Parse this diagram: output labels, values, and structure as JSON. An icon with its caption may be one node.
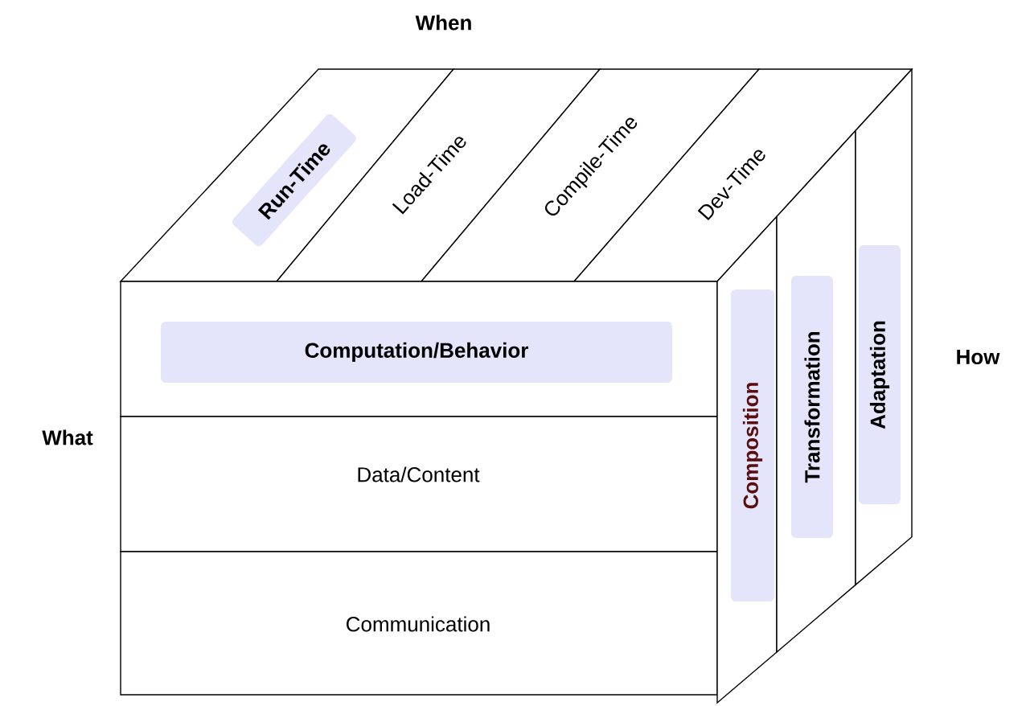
{
  "diagram": {
    "nodes": [
      {
        "text": [
          "Run-Time"
        ]
      },
      {
        "text": [
          "Load-Time"
        ]
      },
      {
        "text": [
          "Compile-Time"
        ]
      },
      {
        "text": [
          "Dev-Time"
        ]
      },
      {
        "text": [
          "Computation/Behavior"
        ]
      },
      {
        "text": [
          "Data/Content"
        ]
      },
      {
        "text": [
          "Communication"
        ]
      },
      {
        "text": [
          "Composition"
        ]
      },
      {
        "text": [
          "Transformation"
        ]
      },
      {
        "text": [
          "Adaptation"
        ]
      }
    ],
    "labels": [
      "When",
      "What",
      "How"
    ]
  }
}
